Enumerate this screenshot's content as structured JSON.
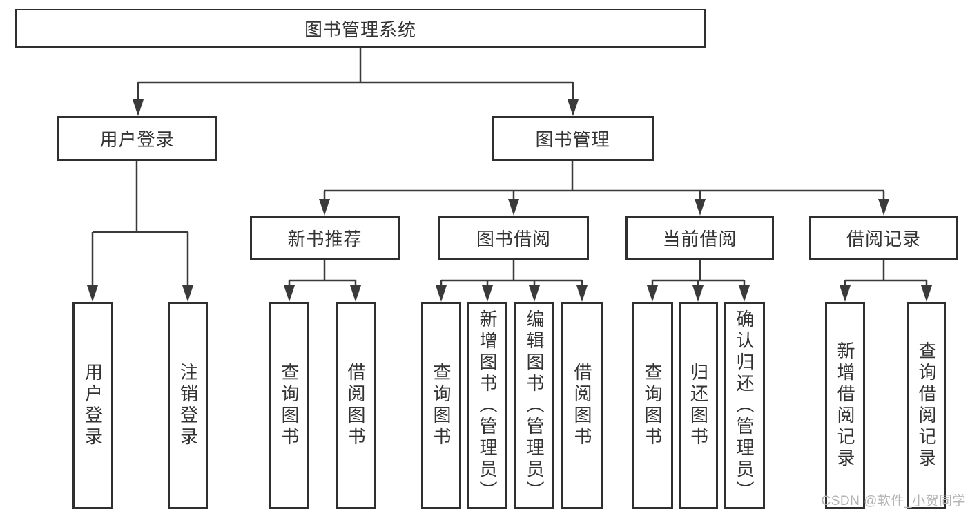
{
  "diagram": {
    "root": {
      "label": "图书管理系统"
    },
    "level2": [
      {
        "label": "用户登录"
      },
      {
        "label": "图书管理"
      }
    ],
    "level3": [
      {
        "label": "新书推荐"
      },
      {
        "label": "图书借阅"
      },
      {
        "label": "当前借阅"
      },
      {
        "label": "借阅记录"
      }
    ],
    "leaves": [
      {
        "label": "用户登录"
      },
      {
        "label": "注销登录"
      },
      {
        "label": "查询图书"
      },
      {
        "label": "借阅图书"
      },
      {
        "label": "查询图书"
      },
      {
        "label": "新增图书（管理员）"
      },
      {
        "label": "编辑图书（管理员）"
      },
      {
        "label": "借阅图书"
      },
      {
        "label": "查询图书"
      },
      {
        "label": "归还图书"
      },
      {
        "label": "确认归还（管理员）"
      },
      {
        "label": "新增借阅记录"
      },
      {
        "label": "查询借阅记录"
      }
    ]
  },
  "watermark": {
    "text": "CSDN @软件_小贺同学"
  },
  "colors": {
    "line": "#3a3a3a",
    "box_border": "#2f2f2f",
    "text": "#333333",
    "watermark": "#b3b3b3",
    "background": "#ffffff"
  }
}
